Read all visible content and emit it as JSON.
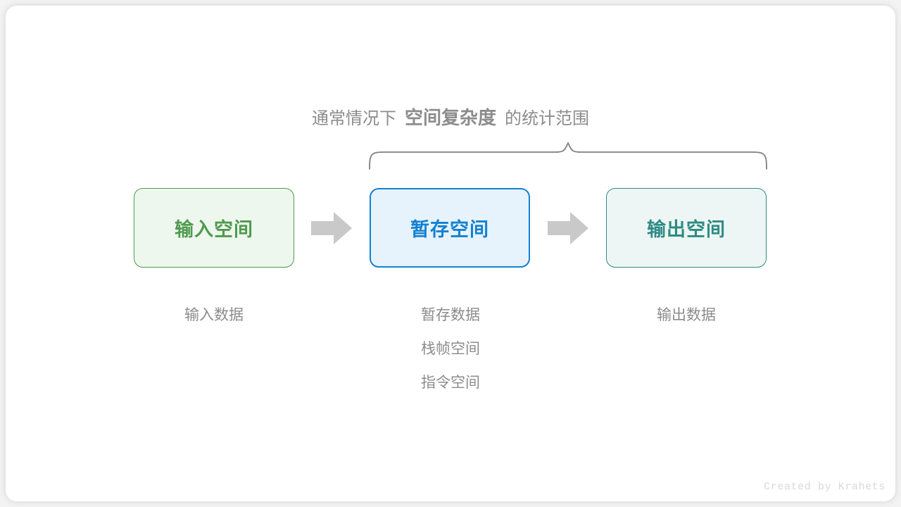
{
  "card": {
    "background_color": "#ffffff",
    "page_background_color": "#f3f3f3"
  },
  "heading": {
    "prefix": "通常情况下",
    "emphasis": "空间复杂度",
    "suffix": "的统计范围",
    "color": "#8c8c8c"
  },
  "brace": {
    "name": "curly-brace-spanning-temp-and-output",
    "color": "#808080",
    "spans": [
      "暂存空间",
      "输出空间"
    ]
  },
  "flow": {
    "boxes": [
      {
        "id": "input",
        "label": "输入空间",
        "border_color": "#4f9a4f",
        "fill_color": "#eef7ee",
        "text_color": "#4f9a4f"
      },
      {
        "id": "temp",
        "label": "暂存空间",
        "border_color": "#1481d0",
        "fill_color": "#e6f3fd",
        "text_color": "#1481d0"
      },
      {
        "id": "output",
        "label": "输出空间",
        "border_color": "#2e8b85",
        "fill_color": "#edf6f4",
        "text_color": "#2e8b85"
      }
    ],
    "arrows": [
      {
        "id": "arrow-1",
        "name": "arrow-input-to-temp",
        "color": "#c9c9c9"
      },
      {
        "id": "arrow-2",
        "name": "arrow-temp-to-output",
        "color": "#c9c9c9"
      }
    ]
  },
  "captions": {
    "color": "#8c8c8c",
    "input": [
      "输入数据"
    ],
    "temp": [
      "暂存数据",
      "栈帧空间",
      "指令空间"
    ],
    "output": [
      "输出数据"
    ]
  },
  "watermark": {
    "text": "Created by Krahets",
    "color": "#d9d9d9"
  }
}
